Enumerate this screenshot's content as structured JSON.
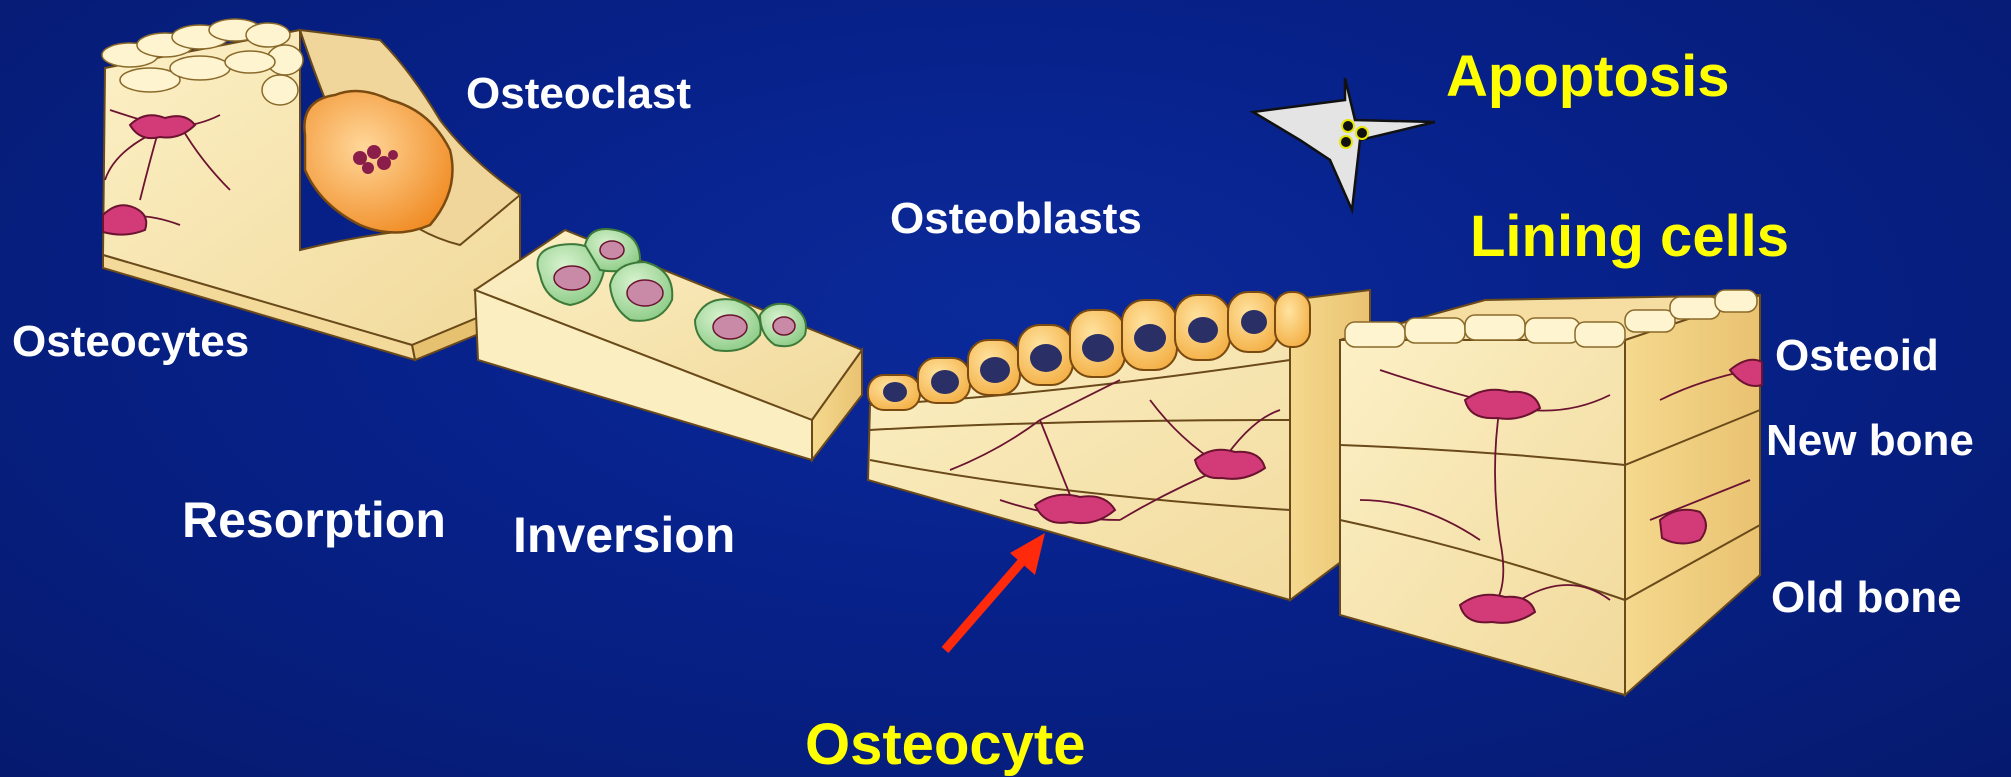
{
  "labels": {
    "osteoclast": "Osteoclast",
    "osteocytes": "Osteocytes",
    "resorption": "Resorption",
    "inversion": "Inversion",
    "osteoblasts": "Osteoblasts",
    "apoptosis": "Apoptosis",
    "lining_cells": "Lining cells",
    "osteoid": "Osteoid",
    "new_bone": "New bone",
    "old_bone": "Old bone",
    "osteocyte": "Osteocyte"
  },
  "colors": {
    "background": "#07218a",
    "label_white": "#ffffff",
    "label_yellow": "#ffff00",
    "bone": "#fbecb8",
    "osteocyte_cell": "#d23a78",
    "osteoclast": "#f6a33b",
    "inversion_cells": "#a9dca2",
    "osteoblast": "#f7c04a",
    "arrow": "#ff2a0c"
  }
}
